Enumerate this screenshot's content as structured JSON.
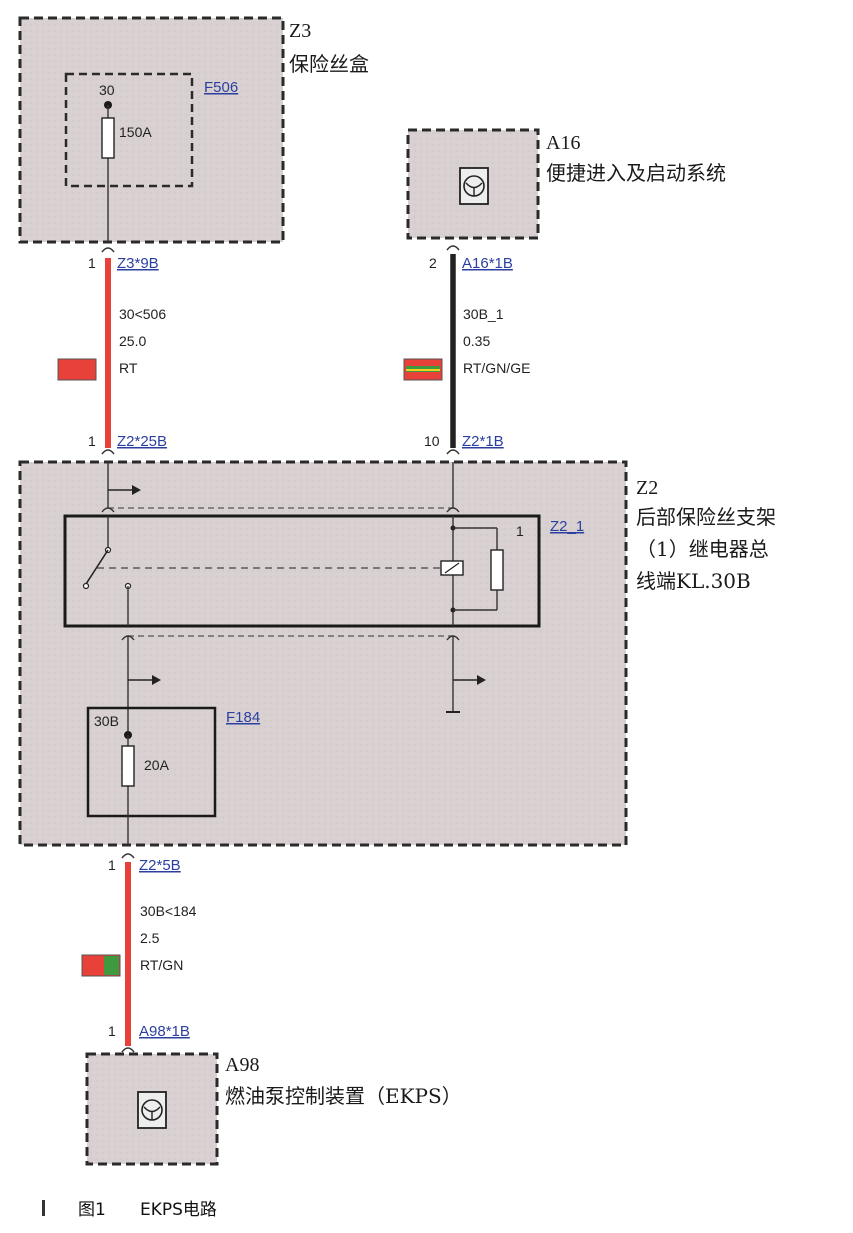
{
  "components": {
    "z3": {
      "id": "Z3",
      "name": "保险丝盒",
      "fuse_id": "F506",
      "terminal": "30",
      "rating": "150A"
    },
    "a16": {
      "id": "A16",
      "name": "便捷进入及启动系统",
      "icon": "control-unit-icon"
    },
    "z2": {
      "id": "Z2",
      "name_lines": [
        "后部保险丝支架",
        "（1）继电器总",
        "线端KL.30B"
      ],
      "relay_id": "Z2_1",
      "relay_pin": "1",
      "fuse_id": "F184",
      "fuse_terminal": "30B",
      "fuse_rating": "20A"
    },
    "a98": {
      "id": "A98",
      "name": "燃油泵控制装置（EKPS）",
      "icon": "control-unit-icon"
    }
  },
  "wires": {
    "w1": {
      "top_pin": "1",
      "top_connector": "Z3*9B",
      "signal": "30<506",
      "gauge": "25.0",
      "color_code": "RT",
      "bottom_pin": "1",
      "bottom_connector": "Z2*25B",
      "color": "#e8413a",
      "swatch": [
        "#e8413a"
      ]
    },
    "w2": {
      "top_pin": "2",
      "top_connector": "A16*1B",
      "signal": "30B_1",
      "gauge": "0.35",
      "color_code": "RT/GN/GE",
      "bottom_pin": "10",
      "bottom_connector": "Z2*1B",
      "color": "#222222",
      "swatch": [
        "#e8413a",
        "#3f9a3f",
        "#f2d21f"
      ]
    },
    "w3": {
      "top_pin": "1",
      "top_connector": "Z2*5B",
      "signal": "30B<184",
      "gauge": "2.5",
      "color_code": "RT/GN",
      "bottom_pin": "1",
      "bottom_connector": "A98*1B",
      "color": "#e8413a",
      "swatch": [
        "#e8413a",
        "#3f9a3f"
      ]
    }
  },
  "caption": {
    "figure": "图1",
    "title": "EKPS电路"
  },
  "colors": {
    "box_fill": "#d9d1d1",
    "dash": "#2a2a2a",
    "connector_link": "#2b3fa0"
  }
}
